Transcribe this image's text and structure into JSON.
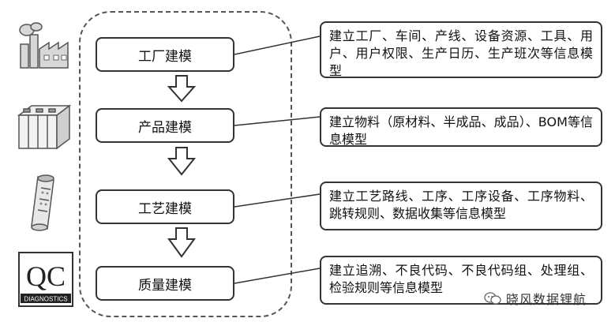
{
  "steps": [
    {
      "label": "工厂建模"
    },
    {
      "label": "产品建模"
    },
    {
      "label": "工艺建模"
    },
    {
      "label": "质量建模"
    }
  ],
  "callouts": [
    {
      "text": "建立工厂、车间、产线、设备资源、工具、用户、用户权限、生产日历、生产班次等信息模型"
    },
    {
      "text": "建立物料（原材料、半成品、成品）、BOM等信息模型"
    },
    {
      "text": "建立工艺路线、工序、工序设备、工序物料、跳转规则、数据收集等信息模型"
    },
    {
      "text": "建立追溯、不良代码、不良代码组、处理组、检验规则等信息模型"
    }
  ],
  "icons": {
    "factory": "factory-icon",
    "battery": "battery-pack-icon",
    "capsule": "capsule-component-icon",
    "qc": "qc-diagnostics-logo"
  },
  "qc_logo": {
    "big": "QC",
    "small": "DIAGNOSTICS"
  },
  "watermark": {
    "text": "晓风数据锂航"
  },
  "colors": {
    "line": "#333333",
    "dashed": "#555555",
    "background": "#ffffff"
  }
}
